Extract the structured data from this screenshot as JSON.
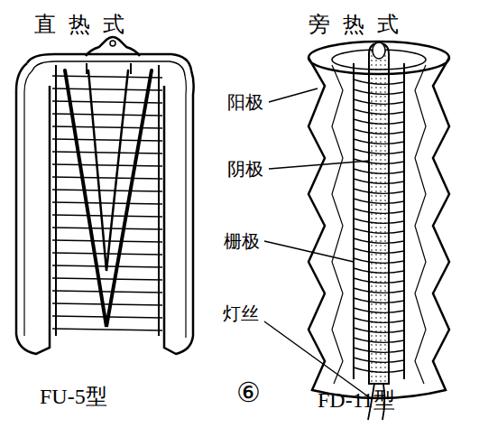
{
  "diagram": {
    "labels": [
      "直热式",
      "旁热式",
      "阳极",
      "阴极",
      "栅极",
      "灯丝",
      "FU-5型",
      "⑥",
      "FD-11型"
    ]
  }
}
